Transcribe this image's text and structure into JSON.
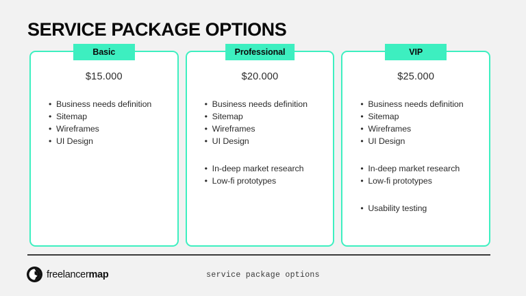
{
  "title": "SERVICE PACKAGE OPTIONS",
  "colors": {
    "background": "#f2f2f2",
    "accent": "#3defc0",
    "card_background": "#ffffff",
    "text": "#2b2b2b",
    "heading": "#0a0a0a",
    "divider": "#3a3a3a"
  },
  "packages": [
    {
      "badge": "Basic",
      "price": "$15.000",
      "groups": [
        [
          "Business needs definition",
          "Sitemap",
          "Wireframes",
          "UI Design"
        ]
      ]
    },
    {
      "badge": "Professional",
      "price": "$20.000",
      "groups": [
        [
          "Business needs definition",
          "Sitemap",
          "Wireframes",
          "UI Design"
        ],
        [
          "In-deep market research",
          "Low-fi prototypes"
        ]
      ]
    },
    {
      "badge": "VIP",
      "price": "$25.000",
      "groups": [
        [
          "Business needs definition",
          "Sitemap",
          "Wireframes",
          "UI Design"
        ],
        [
          "In-deep market research",
          "Low-fi prototypes"
        ],
        [
          "Usability testing"
        ]
      ]
    }
  ],
  "footer": {
    "logo_icon": "freelancermap-circle-logo-icon",
    "logo_text_regular": "freelancer",
    "logo_text_bold": "map",
    "caption": "service package options"
  }
}
